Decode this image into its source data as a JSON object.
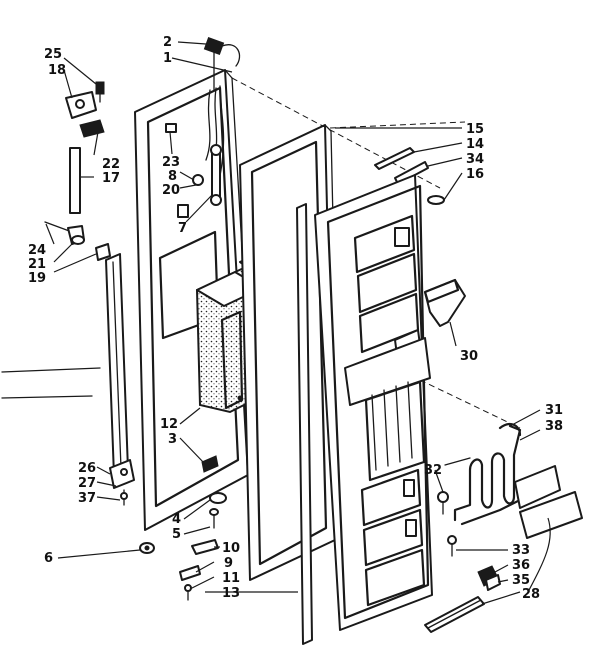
{
  "callouts": {
    "c1": "1",
    "c2": "2",
    "c3": "3",
    "c4": "4",
    "c5": "5",
    "c6": "6",
    "c7": "7",
    "c8": "8",
    "c9": "9",
    "c10": "10",
    "c11": "11",
    "c12": "12",
    "c13": "13",
    "c14": "14",
    "c15": "15",
    "c16": "16",
    "c17": "17",
    "c18": "18",
    "c19": "19",
    "c20": "20",
    "c21": "21",
    "c22": "22",
    "c23": "23",
    "c24": "24",
    "c25": "25",
    "c26": "26",
    "c27": "27",
    "c28": "28",
    "c30": "30",
    "c31": "31",
    "c32": "32",
    "c33": "33",
    "c34": "34",
    "c35": "35",
    "c36": "36",
    "c37": "37",
    "c38": "38"
  }
}
